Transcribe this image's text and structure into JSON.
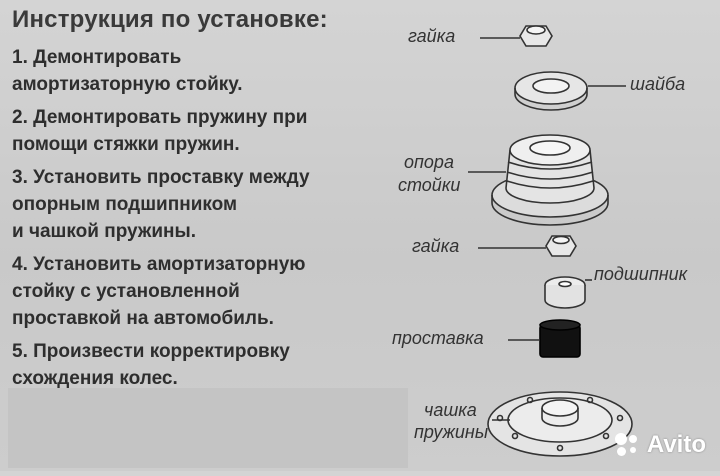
{
  "title": "Инструкция по установке:",
  "steps": [
    {
      "lines": [
        "1. Демонтировать",
        "амортизаторную стойку."
      ]
    },
    {
      "lines": [
        "2. Демонтировать пружину при",
        "помощи стяжки пружин."
      ]
    },
    {
      "lines": [
        "3. Установить проставку между",
        "опорным подшипником",
        "и чашкой пружины."
      ]
    },
    {
      "lines": [
        "4. Установить амортизаторную",
        "стойку с установленной",
        "проставкой на автомобиль."
      ]
    },
    {
      "lines": [
        "5. Произвести корректировку",
        "схождения колес."
      ]
    }
  ],
  "parts": {
    "nut_top": "гайка",
    "washer": "шайба",
    "mount_line1": "опора",
    "mount_line2": "стойки",
    "nut_middle": "гайка",
    "bearing": "подшипник",
    "spacer": "проставка",
    "cup_line1": "чашка",
    "cup_line2": "пружины"
  },
  "watermark": {
    "brand": "Avito"
  }
}
